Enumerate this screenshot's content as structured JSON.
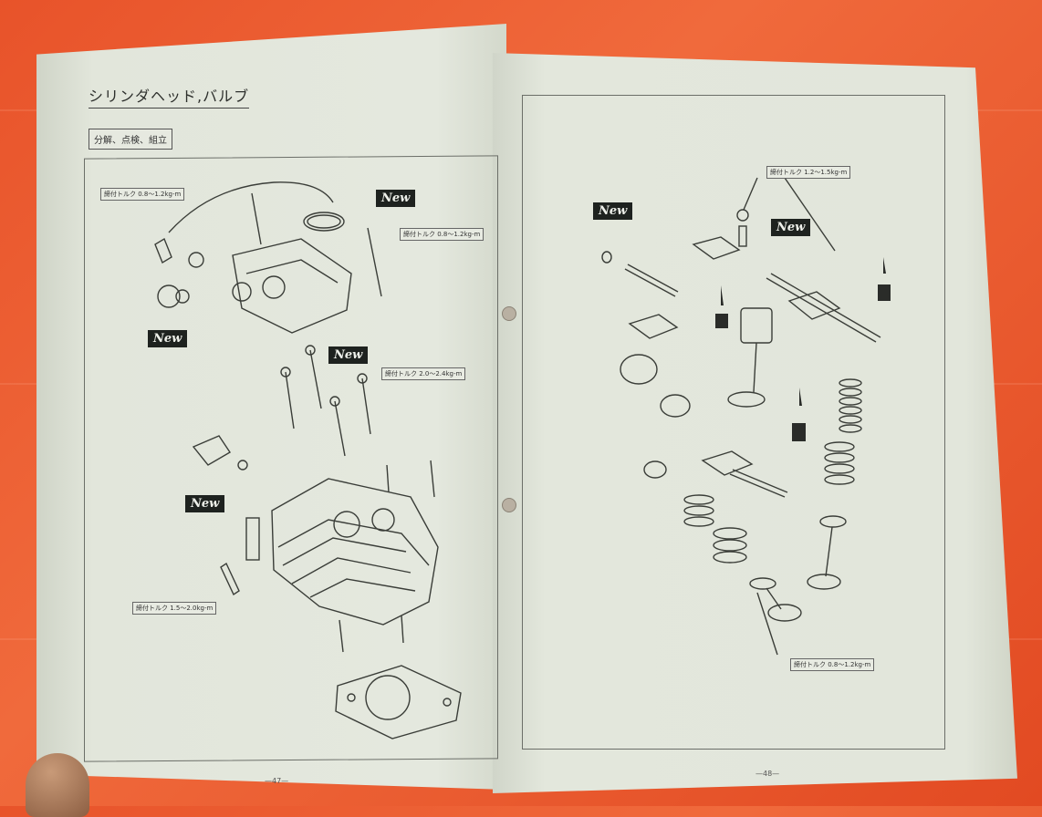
{
  "left_page": {
    "title": "シリンダヘッド,バルブ",
    "subtitle": "分解、点検、組立",
    "page_number": "—47—"
  },
  "right_page": {
    "page_number": "—48—"
  },
  "badges": {
    "new": "New"
  },
  "torque_labels": {
    "left_top": "締付トルク 0.8〜1.2kg-m",
    "left_upper_right": "締付トルク 0.8〜1.2kg-m",
    "left_middle": "締付トルク 2.0〜2.4kg-m",
    "left_lower": "締付トルク 1.5〜2.0kg-m",
    "right_top": "締付トルク 1.2〜1.5kg-m",
    "right_bottom": "締付トルク 0.8〜1.2kg-m"
  },
  "colors": {
    "background": "#e8532a",
    "paper": "#e2e6db",
    "ink": "#3a3d38"
  }
}
